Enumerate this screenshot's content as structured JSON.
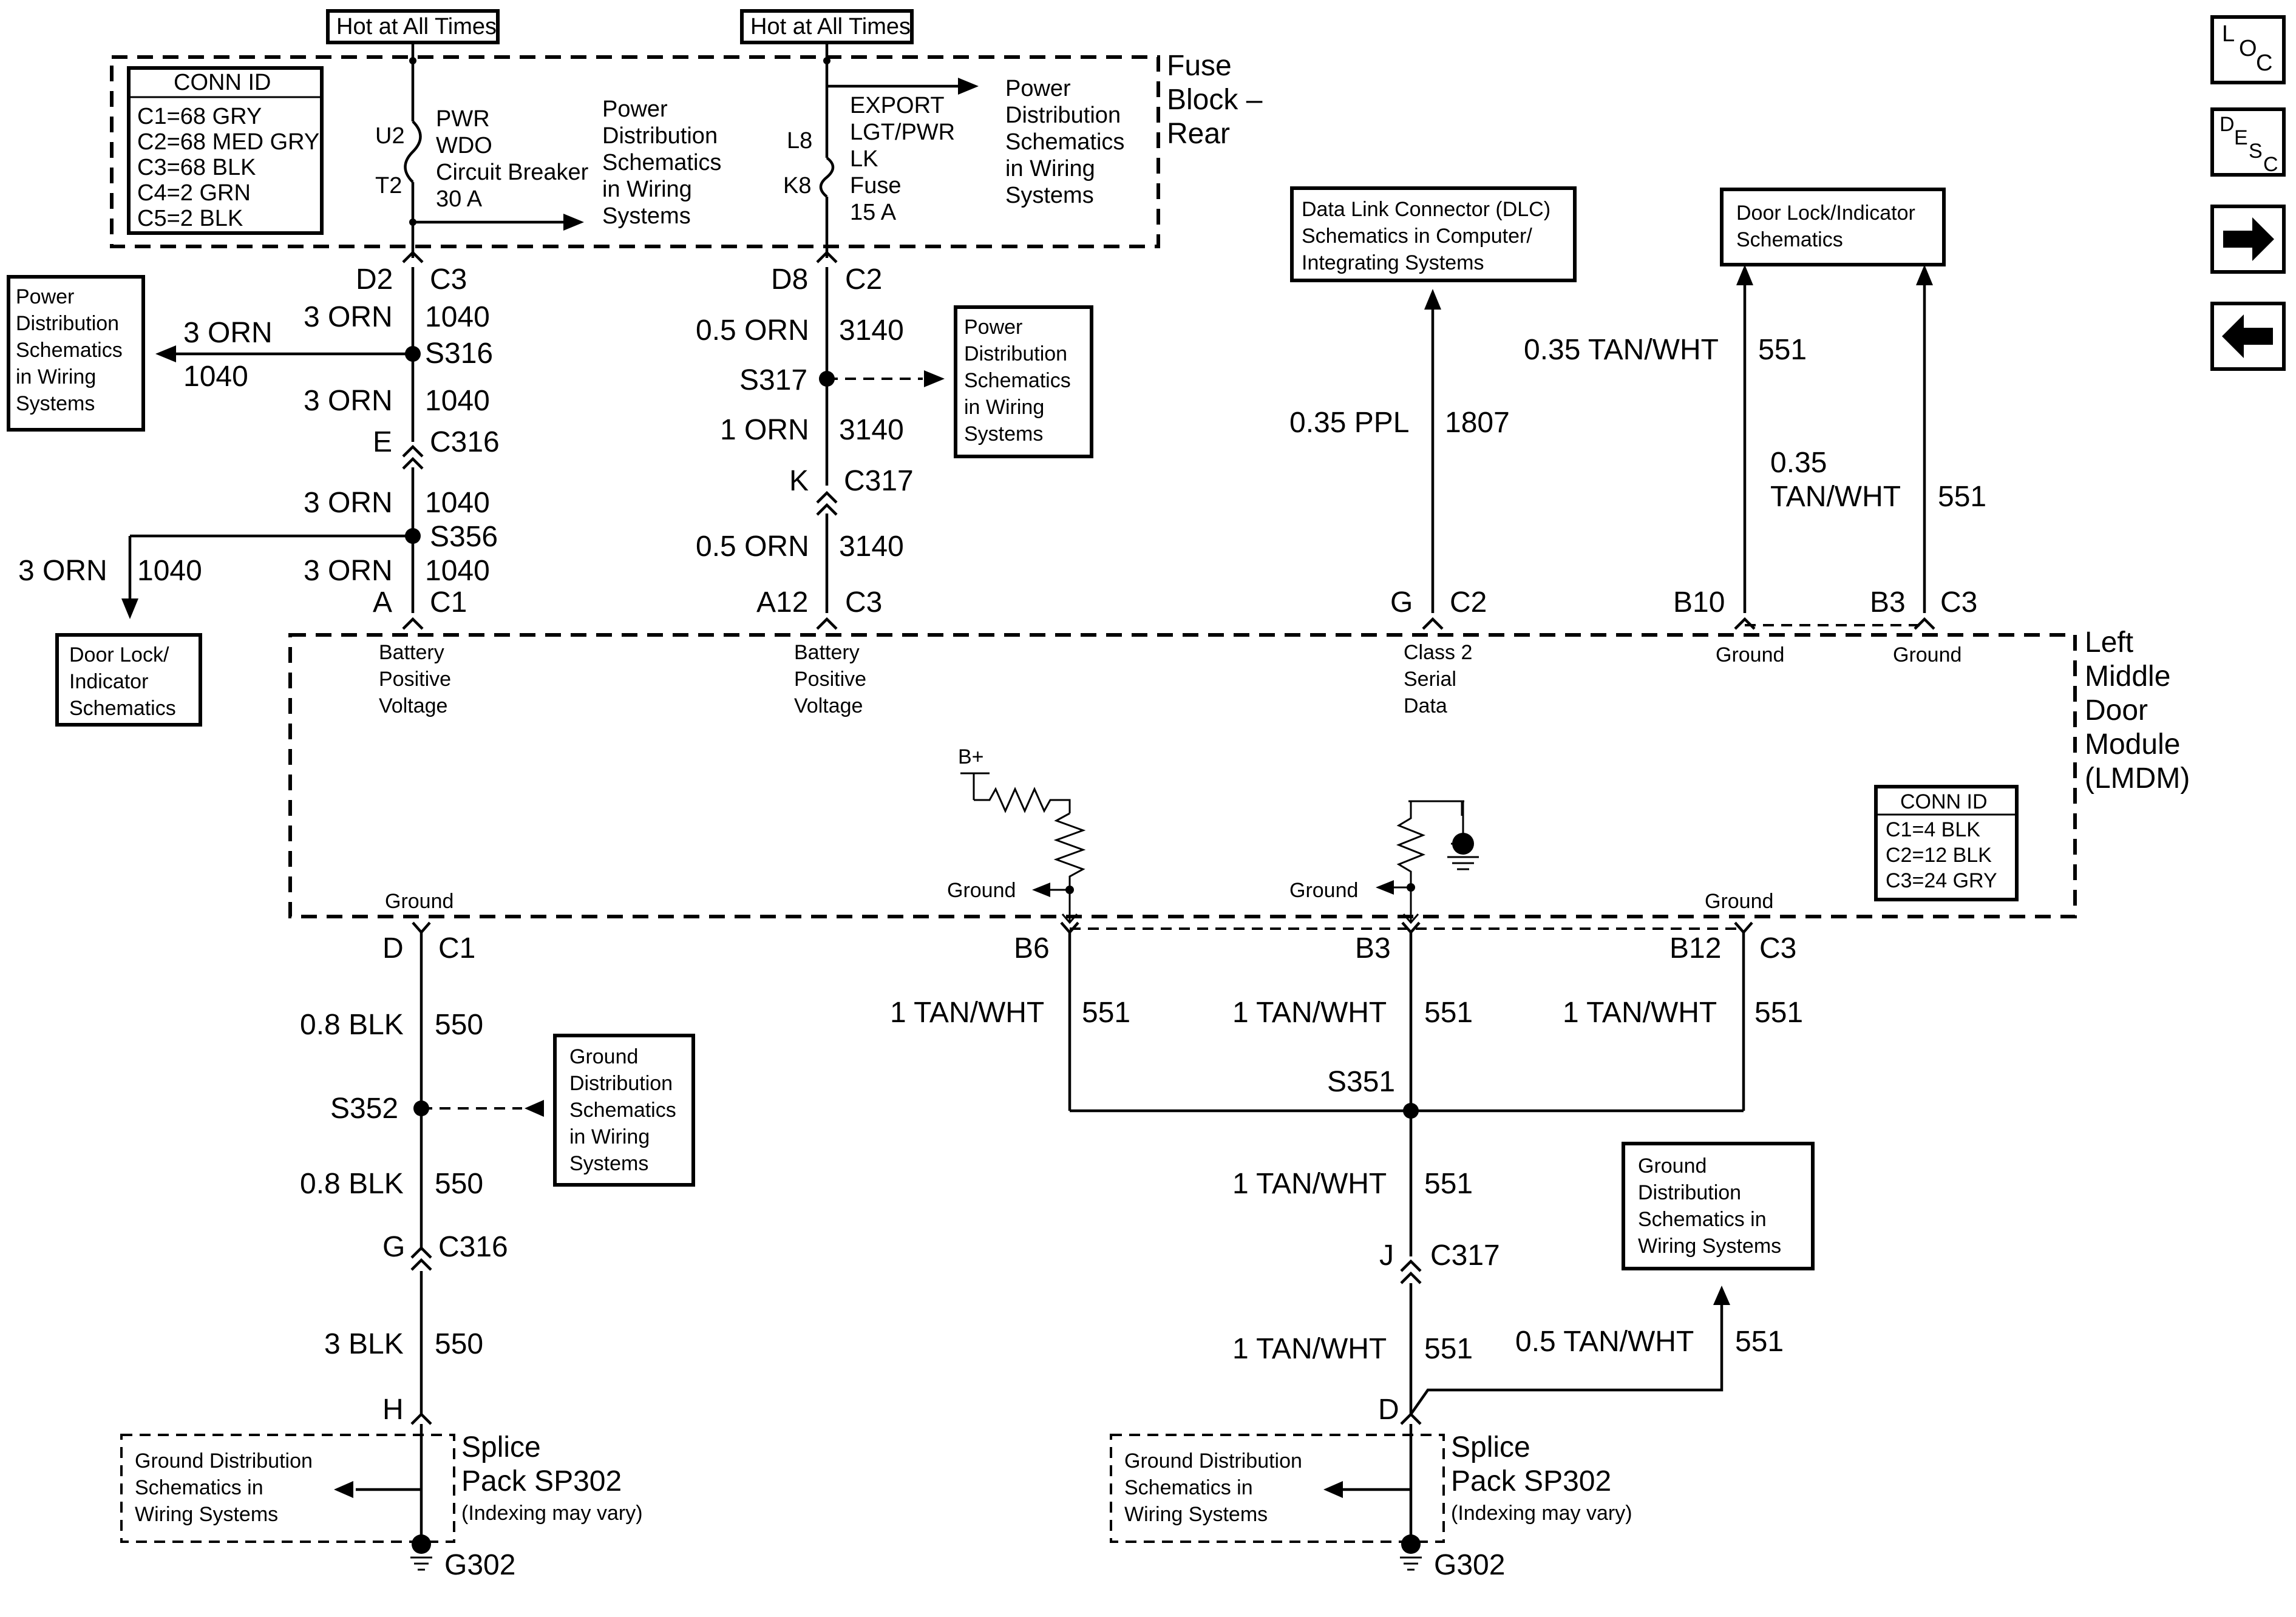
{
  "nav": {
    "loc": "LOC",
    "desc": "DESC",
    "next": "next-arrow-icon",
    "prev": "prev-arrow-icon"
  },
  "hot1": "Hot at All Times",
  "hot2": "Hot at All Times",
  "fuse_block": [
    "Fuse",
    "Block –",
    "Rear"
  ],
  "conn_id_top": {
    "title": "CONN ID",
    "lines": [
      "C1=68 GRY",
      "C2=68 MED GRY",
      "C3=68 BLK",
      "C4=2 GRN",
      "C5=2 BLK"
    ]
  },
  "breaker": {
    "u2": "U2",
    "t2": "T2",
    "lines": [
      "PWR",
      "WDO",
      "Circuit Breaker",
      "30 A"
    ]
  },
  "fuse": {
    "l8": "L8",
    "k8": "K8",
    "lines": [
      "EXPORT",
      "LGT/PWR",
      "LK",
      "Fuse",
      "15 A"
    ]
  },
  "pd_ref1": [
    "Power",
    "Distribution",
    "Schematics",
    "in Wiring",
    "Systems"
  ],
  "pd_ref2": [
    "Power",
    "Distribution",
    "Schematics",
    "in Wiring",
    "Systems"
  ],
  "pd_ref_left": [
    "Power",
    "Distribution",
    "Schematics",
    "in Wiring",
    "Systems"
  ],
  "pd_ref_mid": [
    "Power",
    "Distribution",
    "Schematics",
    "in Wiring",
    "Systems"
  ],
  "dlc_ref": [
    "Data Link Connector (DLC)",
    "Schematics in Computer/",
    "Integrating Systems"
  ],
  "door_lock_ref_top": [
    "Door Lock/Indicator",
    "Schematics"
  ],
  "door_lock_ref_left": [
    "Door Lock/",
    "Indicator",
    "Schematics"
  ],
  "gd_ref_mid": [
    "Ground",
    "Distribution",
    "Schematics",
    "in Wiring",
    "Systems"
  ],
  "gd_ref_right": [
    "Ground",
    "Distribution",
    "Schematics in",
    "Wiring Systems"
  ],
  "gd_box_left": [
    "Ground Distribution",
    "Schematics in",
    "Wiring Systems"
  ],
  "gd_box_right": [
    "Ground Distribution",
    "Schematics in",
    "Wiring Systems"
  ],
  "col1": {
    "d2": "D2",
    "c3": "C3",
    "w1": "3 ORN",
    "c1": "1040",
    "s316": "S316",
    "w2": "3 ORN",
    "c2": "1040",
    "e": "E",
    "c316": "C316",
    "w3": "3 ORN",
    "c3n": "1040",
    "s356": "S356",
    "w4": "3 ORN",
    "c4": "1040",
    "a": "A",
    "c1c": "C1",
    "left_w": "3 ORN",
    "left_c": "1040",
    "s356_w": "3 ORN",
    "s356_c": "1040"
  },
  "col2": {
    "d8": "D8",
    "c2": "C2",
    "w1": "0.5 ORN",
    "c1": "3140",
    "s317": "S317",
    "w2": "1 ORN",
    "c2n": "3140",
    "k": "K",
    "c317": "C317",
    "w3": "0.5 ORN",
    "c3": "3140",
    "a12": "A12",
    "c3c": "C3"
  },
  "col3": {
    "w": "0.35 PPL",
    "c": "1807",
    "g": "G",
    "c2": "C2"
  },
  "col4": {
    "w1": "0.35 TAN/WHT",
    "c1": "551",
    "w2a": "0.35",
    "w2b": "TAN/WHT",
    "c2": "551",
    "b10": "B10",
    "b3": "B3",
    "c3": "C3"
  },
  "module": {
    "title": [
      "Left",
      "Middle",
      "Door",
      "Module",
      "(LMDM)"
    ],
    "bpv1": [
      "Battery",
      "Positive",
      "Voltage"
    ],
    "bpv2": [
      "Battery",
      "Positive",
      "Voltage"
    ],
    "class2": [
      "Class 2",
      "Serial",
      "Data"
    ],
    "gnd_b10": "Ground",
    "gnd_b3": "Ground",
    "gnd_l": "Ground",
    "gnd_r": "Ground",
    "gnd_sw1": "Ground",
    "gnd_sw2": "Ground",
    "bplus": "B+",
    "conn": {
      "title": "CONN ID",
      "lines": [
        "C1=4 BLK",
        "C2=12 BLK",
        "C3=24 GRY"
      ]
    }
  },
  "bottom_left": {
    "d": "D",
    "c1": "C1",
    "w1": "0.8 BLK",
    "n1": "550",
    "s352": "S352",
    "w2": "0.8 BLK",
    "n2": "550",
    "g": "G",
    "c316": "C316",
    "w3": "3 BLK",
    "n3": "550",
    "h": "H",
    "splice": [
      "Splice",
      "Pack SP302"
    ],
    "idx": "(Indexing may vary)",
    "g302": "G302"
  },
  "bottom_right": {
    "b6": "B6",
    "b3": "B3",
    "b12": "B12",
    "c3": "C3",
    "w_b6": "1 TAN/WHT",
    "n_b6": "551",
    "w_b3": "1 TAN/WHT",
    "n_b3": "551",
    "w_b12": "1 TAN/WHT",
    "n_b12": "551",
    "s351": "S351",
    "w2": "1 TAN/WHT",
    "n2": "551",
    "j": "J",
    "c317": "C317",
    "w3": "1 TAN/WHT",
    "n3": "551",
    "w4": "0.5 TAN/WHT",
    "n4": "551",
    "d": "D",
    "splice": [
      "Splice",
      "Pack SP302"
    ],
    "idx": "(Indexing may vary)",
    "g302": "G302"
  }
}
